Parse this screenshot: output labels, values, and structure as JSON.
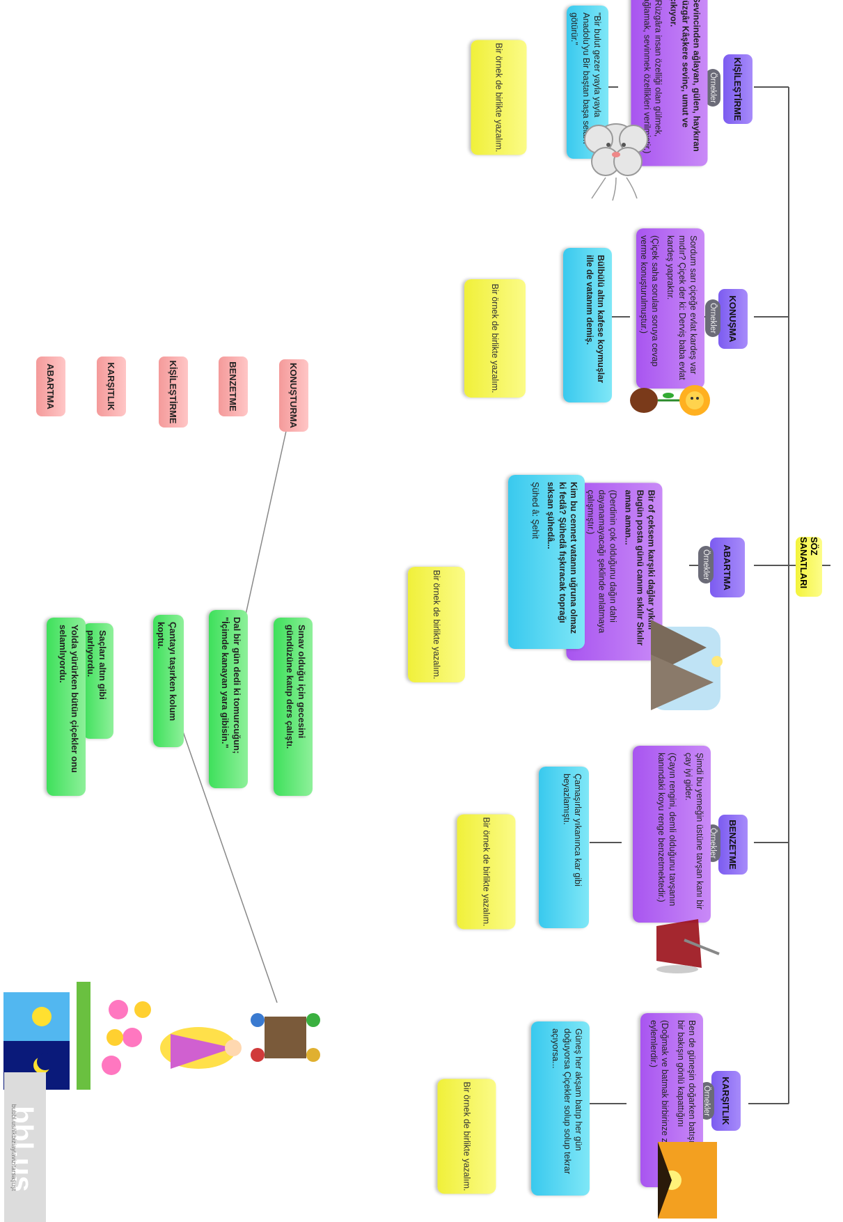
{
  "root": "SÖZ SANATLARI",
  "pill": "Örnekler",
  "categories": [
    {
      "label": "KİŞİLEŞTİRME",
      "purple": [
        "Sevincinden ağlayan, gülen, haykıran rüzgâr Kâşkere sevinç, umut ve çıkıyor.",
        "(Rüzgâra insan özelliği olan gülmek, ağlamak, sevinmek özellikleri verilmiştir.)"
      ],
      "blue": "\"Bir bulut gezer yayla yayla Anadolu'yu Bir baştan başa selam götürür.\"",
      "yellow": "Bir örnek de birlikte yazalım."
    },
    {
      "label": "KONUŞMA",
      "purple": [
        "Sordum sarı çiçeğe evlat kardeş var mıdır? Çiçek der ki: Derviş baba evlat kardeş yapraktır.",
        "(Çiçek saha sorulan soruya cevap verme konuşturulmuştur.)"
      ],
      "blue": "Bülbülü altın kafese koymuşlar ille de vatanım demiş.",
      "yellow": "Bir örnek de birlikte yazalım."
    },
    {
      "label": "ABARTMA",
      "purple": [
        "Bir of çeksem karşıki dağlar yıkılır Bugün posta günü canım sıkılır Sıkılır aman aman...",
        "(Derdinin çok olduğunu dağın dahi dayanamayacağı şeklinde anlatmaya çalışmıştır.)"
      ],
      "blue": [
        "Kim bu cennet vatanın uğruna olmaz ki fedâ? Şühedâ fışkıracak toprağı sıksan şühedâ...",
        "Şühed â: Şehit"
      ],
      "yellow": "Bir örnek de birlikte yazalım."
    },
    {
      "label": "BENZETME",
      "purple": [
        "Şimdi bu yemeğin üstüne tavşan kanı bir çay iyi gider.",
        "(Çayın rengini, demli olduğunu tavşanın kanındaki koyu renge benzetmektedir.)"
      ],
      "blue": "Çamaşırlar yıkanınca kar gibi beyazlamıştı.",
      "yellow": "Bir örnek de birlikte yazalım."
    },
    {
      "label": "KARŞITLIK",
      "purple": [
        "Ben de güneşin doğarken batışını Esrarlı bir bakışın gönlü kapattığını",
        "(Doğmak ve batmak birbirinze zıt eylemlerdir.)"
      ],
      "blue": "Güneş her akşam batıp her gün doğuyorsa Çiçekler solup solup tekrar açıyorsa...",
      "yellow": "Bir örnek de birlikte yazalım."
    }
  ],
  "exercise": {
    "pink": [
      "KONUŞTURMA",
      "BENZETME",
      "KİŞİLEŞTİRME",
      "KARŞITLIK",
      "ABARTMA"
    ],
    "green": [
      "Sınav olduğu için gecesini gündüzüne katıp ders çalıştı.",
      "Dal bir gün dedi ki tomurcuğun; \"İçimde kanayan yara gibisin.\"",
      "Çantayı taşırken kolum koptu.",
      "Saçları altın gibi parlıyordu.",
      "Yolda yürürken bütün çiçekler onu selamlıyordu."
    ]
  },
  "watermark": "bbl.us",
  "watermark_sub": "bubbl.us/ilkbiziaylavizitarsaşuşt"
}
